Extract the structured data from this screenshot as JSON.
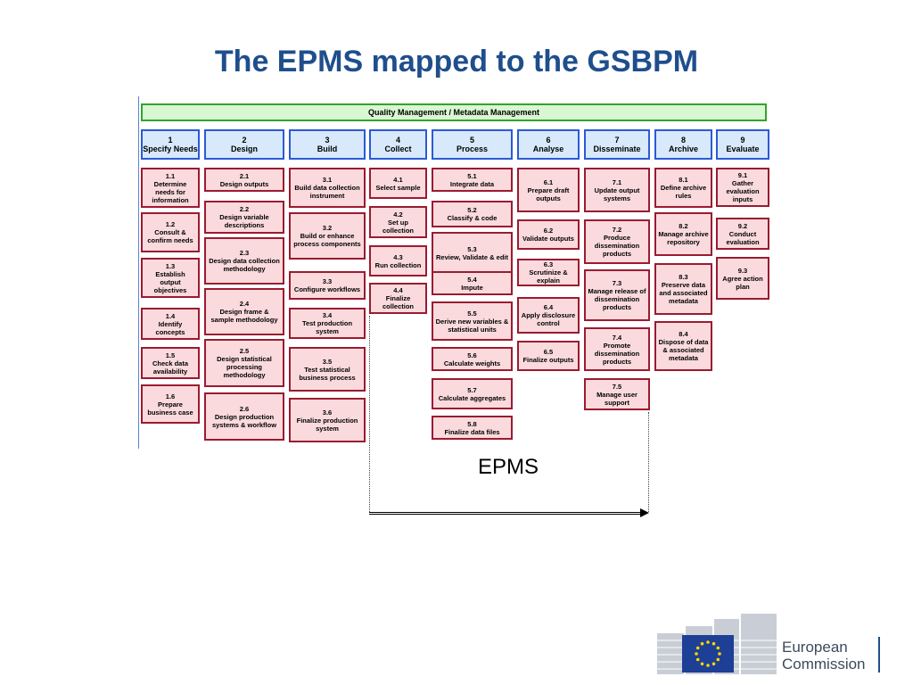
{
  "title": "The EPMS mapped to the GSBPM",
  "quality_bar": "Quality Management / Metadata Management",
  "phases": [
    {
      "num": "1",
      "name": "Specify Needs",
      "subprocesses": [
        {
          "num": "1.1",
          "name": "Determine needs for information"
        },
        {
          "num": "1.2",
          "name": "Consult & confirm needs"
        },
        {
          "num": "1.3",
          "name": "Establish output objectives"
        },
        {
          "num": "1.4",
          "name": "Identify concepts"
        },
        {
          "num": "1.5",
          "name": "Check data availability"
        },
        {
          "num": "1.6",
          "name": "Prepare business case"
        }
      ]
    },
    {
      "num": "2",
      "name": "Design",
      "subprocesses": [
        {
          "num": "2.1",
          "name": "Design outputs"
        },
        {
          "num": "2.2",
          "name": "Design variable descriptions"
        },
        {
          "num": "2.3",
          "name": "Design data collection methodology"
        },
        {
          "num": "2.4",
          "name": "Design frame & sample methodology"
        },
        {
          "num": "2.5",
          "name": "Design statistical processing methodology"
        },
        {
          "num": "2.6",
          "name": "Design production systems & workflow"
        }
      ]
    },
    {
      "num": "3",
      "name": "Build",
      "subprocesses": [
        {
          "num": "3.1",
          "name": "Build data collection instrument"
        },
        {
          "num": "3.2",
          "name": "Build or enhance process components"
        },
        {
          "num": "3.3",
          "name": "Configure workflows"
        },
        {
          "num": "3.4",
          "name": "Test production system"
        },
        {
          "num": "3.5",
          "name": "Test statistical business process"
        },
        {
          "num": "3.6",
          "name": "Finalize production system"
        }
      ]
    },
    {
      "num": "4",
      "name": "Collect",
      "subprocesses": [
        {
          "num": "4.1",
          "name": "Select sample"
        },
        {
          "num": "4.2",
          "name": "Set up collection"
        },
        {
          "num": "4.3",
          "name": "Run collection"
        },
        {
          "num": "4.4",
          "name": "Finalize collection"
        }
      ]
    },
    {
      "num": "5",
      "name": "Process",
      "subprocesses": [
        {
          "num": "5.1",
          "name": "Integrate data"
        },
        {
          "num": "5.2",
          "name": "Classify & code"
        },
        {
          "num": "5.3",
          "name": "Review, Validate & edit"
        },
        {
          "num": "5.4",
          "name": "Impute"
        },
        {
          "num": "5.5",
          "name": "Derive new variables & statistical units"
        },
        {
          "num": "5.6",
          "name": "Calculate weights"
        },
        {
          "num": "5.7",
          "name": "Calculate aggregates"
        },
        {
          "num": "5.8",
          "name": "Finalize data files"
        }
      ]
    },
    {
      "num": "6",
      "name": "Analyse",
      "subprocesses": [
        {
          "num": "6.1",
          "name": "Prepare draft outputs"
        },
        {
          "num": "6.2",
          "name": "Validate outputs"
        },
        {
          "num": "6.3",
          "name": "Scrutinize & explain"
        },
        {
          "num": "6.4",
          "name": "Apply disclosure control"
        },
        {
          "num": "6.5",
          "name": "Finalize outputs"
        }
      ]
    },
    {
      "num": "7",
      "name": "Disseminate",
      "subprocesses": [
        {
          "num": "7.1",
          "name": "Update output systems"
        },
        {
          "num": "7.2",
          "name": "Produce dissemination products"
        },
        {
          "num": "7.3",
          "name": "Manage release of dissemination products"
        },
        {
          "num": "7.4",
          "name": "Promote dissemination products"
        },
        {
          "num": "7.5",
          "name": "Manage user support"
        }
      ]
    },
    {
      "num": "8",
      "name": "Archive",
      "subprocesses": [
        {
          "num": "8.1",
          "name": "Define archive rules"
        },
        {
          "num": "8.2",
          "name": "Manage archive repository"
        },
        {
          "num": "8.3",
          "name": "Preserve data and associated metadata"
        },
        {
          "num": "8.4",
          "name": "Dispose of data & associated metadata"
        }
      ]
    },
    {
      "num": "9",
      "name": "Evaluate",
      "subprocesses": [
        {
          "num": "9.1",
          "name": "Gather evaluation inputs"
        },
        {
          "num": "9.2",
          "name": "Conduct evaluation"
        },
        {
          "num": "9.3",
          "name": "Agree action plan"
        }
      ]
    }
  ],
  "epms_label": "EPMS",
  "logo": {
    "line1": "European",
    "line2": "Commission"
  }
}
